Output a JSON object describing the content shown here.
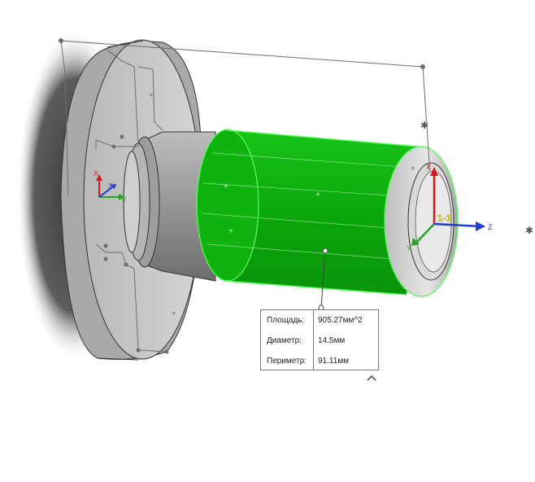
{
  "viewport": {
    "title": "",
    "background": "#ffffff"
  },
  "triad_left": {
    "x_label": "X",
    "y_label": "Y",
    "z_label": "Z",
    "x_color": "#d8161c",
    "y_color": "#2aa02a",
    "z_color": "#1e3fcf"
  },
  "triad_right": {
    "x_label": "X",
    "y_label": "Y",
    "z_label": "Z",
    "x_color": "#d8161c",
    "y_color": "#2aa02a",
    "z_color": "#1e3fcf",
    "coordinate_label": "1-1",
    "coordinate_label_color": "#f2e600"
  },
  "measure": {
    "rows": [
      {
        "label": "Площадь:",
        "value": "905.27мм^2"
      },
      {
        "label": "Диаметр:",
        "value": "14.5мм"
      },
      {
        "label": "Периметр:",
        "value": "91.11мм"
      }
    ]
  },
  "colors": {
    "selection_face": "#0cb80c",
    "selection_edge": "#5cff5c",
    "part_gray": "#c8c8c8",
    "sketch_line": "#6e6e6e"
  },
  "icons": {
    "collapse": "chevron-up-icon",
    "origin_marker": "asterisk-icon"
  }
}
